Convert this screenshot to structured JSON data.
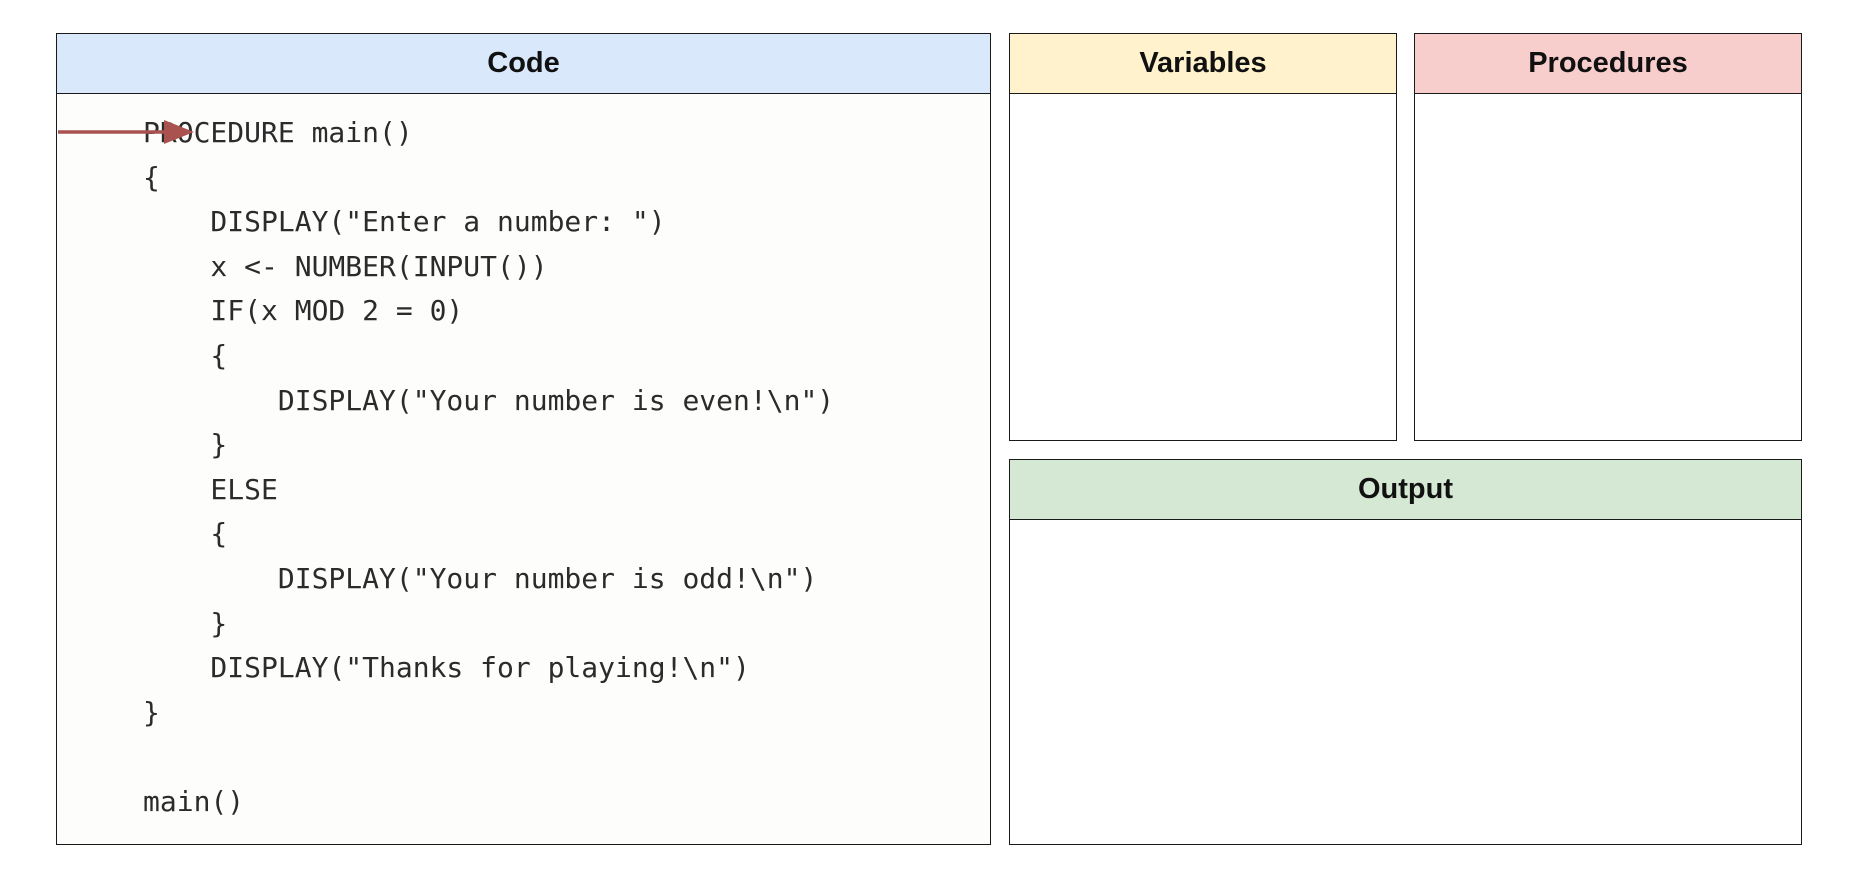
{
  "panels": {
    "code": {
      "title": "Code",
      "header_color": "#dae8fc",
      "lines": [
        "PROCEDURE main()",
        "{",
        "    DISPLAY(\"Enter a number: \")",
        "    x <- NUMBER(INPUT())",
        "    IF(x MOD 2 = 0)",
        "    {",
        "        DISPLAY(\"Your number is even!\\n\")",
        "    }",
        "    ELSE",
        "    {",
        "        DISPLAY(\"Your number is odd!\\n\")",
        "    }",
        "    DISPLAY(\"Thanks for playing!\\n\")",
        "}",
        "",
        "main()"
      ],
      "current_line_index": 0,
      "arrow_color": "#a9524f"
    },
    "variables": {
      "title": "Variables",
      "header_color": "#fff2cc"
    },
    "procedures": {
      "title": "Procedures",
      "header_color": "#f8cecc"
    },
    "output": {
      "title": "Output",
      "header_color": "#d5e8d4"
    }
  }
}
